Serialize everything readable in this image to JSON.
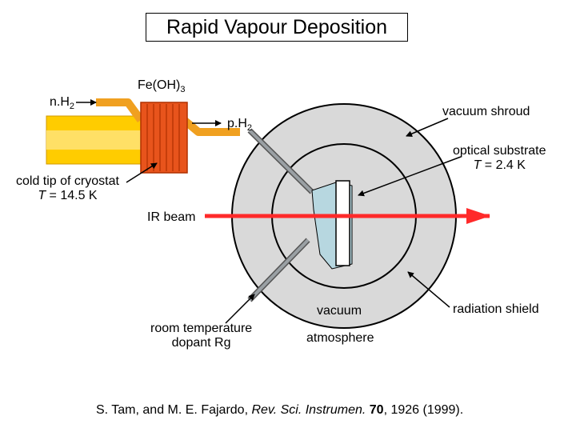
{
  "title": "Rapid Vapour Deposition",
  "labels": {
    "feoh3": {
      "main": "Fe(OH)",
      "sub": "3"
    },
    "nh2": {
      "main": "n.H",
      "sub": "2"
    },
    "ph2": {
      "main": "p.H",
      "sub": "2"
    },
    "vacuum_shroud": "vacuum shroud",
    "optical_substrate": {
      "line1": "optical substrate",
      "t_symbol": "T",
      "t_value": " = 2.4 K"
    },
    "cold_tip": {
      "line1": "cold tip of cryostat",
      "t_symbol": "T",
      "t_value": " = 14.5 K"
    },
    "ir_beam": "IR beam",
    "vacuum": "vacuum",
    "atmosphere": "atmosphere",
    "radiation_shield": "radiation shield",
    "dopant": {
      "line1": "room temperature",
      "line2": "dopant Rg"
    }
  },
  "citation": {
    "authors": "S. Tam, and M. E. Fajardo, ",
    "journal": "Rev. Sci. Instrumen.",
    "volume": "70",
    "rest": ", 1926 (1999)."
  },
  "colors": {
    "shroud_fill": "#d9d9d9",
    "shield_fill": "#d9d9d9",
    "sample_fill": "#b7d7e0",
    "ir_beam": "#ff2a2a",
    "cryostat_yellow": "#ffcc00",
    "heater_orange": "#e8541c",
    "tube_orange": "#f0a020"
  }
}
